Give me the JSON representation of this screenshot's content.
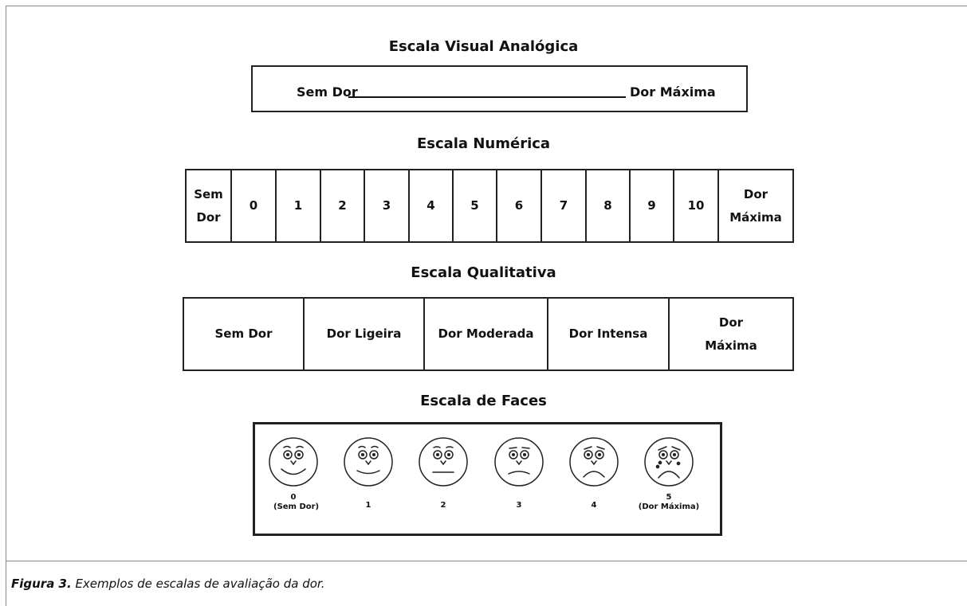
{
  "vas": {
    "title": "Escala Visual Analógica",
    "left_label": "Sem Dor",
    "right_label": "Dor Máxima"
  },
  "numeric": {
    "title": "Escala Numérica",
    "start_line1": "Sem",
    "start_line2": "Dor",
    "numbers": [
      "0",
      "1",
      "2",
      "3",
      "4",
      "5",
      "6",
      "7",
      "8",
      "9",
      "10"
    ],
    "end_line1": "Dor",
    "end_line2": "Máxima"
  },
  "qualitative": {
    "title": "Escala Qualitativa",
    "cells": [
      "Sem Dor",
      "Dor Ligeira",
      "Dor Moderada",
      "Dor Intensa"
    ],
    "last_line1": "Dor",
    "last_line2": "Máxima"
  },
  "faces": {
    "title": "Escala de Faces",
    "items": [
      {
        "num": "0",
        "sub": "(Sem Dor)"
      },
      {
        "num": "1",
        "sub": ""
      },
      {
        "num": "2",
        "sub": ""
      },
      {
        "num": "3",
        "sub": ""
      },
      {
        "num": "4",
        "sub": ""
      },
      {
        "num": "5",
        "sub": "(Dor Máxima)"
      }
    ]
  },
  "caption": {
    "label": "Figura 3.",
    "text": " Exemplos de escalas de avaliação da dor."
  }
}
